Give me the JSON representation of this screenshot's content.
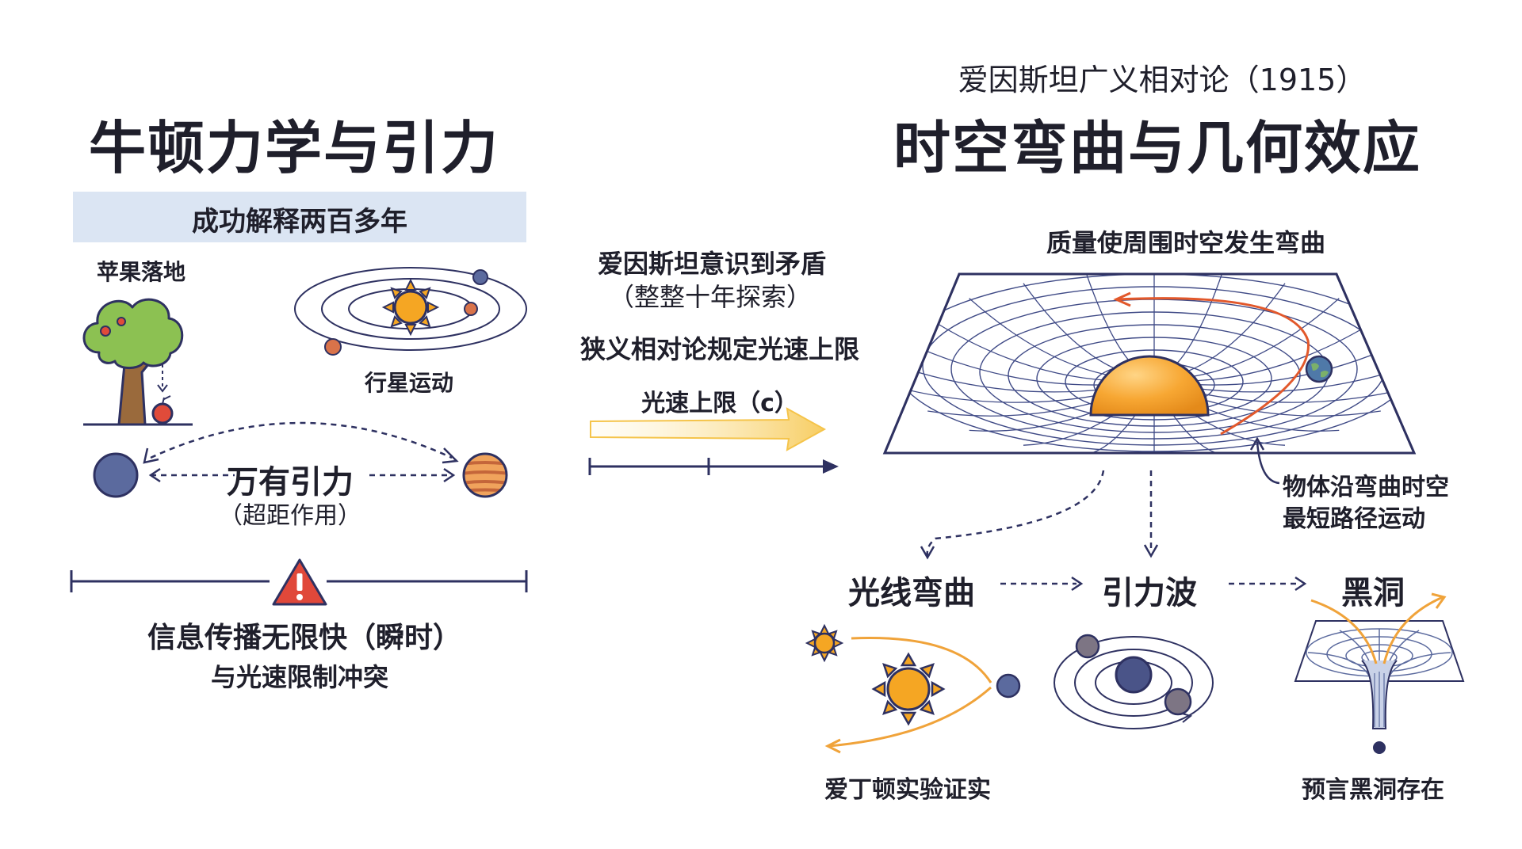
{
  "left": {
    "title": "牛顿力学与引力",
    "banner": "成功解释两百多年",
    "apple_label": "苹果落地",
    "planet_label": "行星运动",
    "gravity_label": "万有引力",
    "gravity_sub": "（超距作用）",
    "conflict_line1": "信息传播无限快（瞬时）",
    "conflict_line2": "与光速限制冲突"
  },
  "middle": {
    "line1": "爱因斯坦意识到矛盾",
    "line2": "（整整十年探索）",
    "line3": "狭义相对论规定光速上限",
    "line4": "光速上限（c）"
  },
  "right": {
    "subtitle": "爱因斯坦广义相对论（1915）",
    "title": "时空弯曲与几何效应",
    "mass_caption": "质量使周围时空发生弯曲",
    "geodesic_line1": "物体沿弯曲时空",
    "geodesic_line2": "最短路径运动",
    "effect1": "光线弯曲",
    "effect2": "引力波",
    "effect3": "黑洞",
    "effect1_caption": "爱丁顿实验证实",
    "effect3_caption": "预言黑洞存在"
  },
  "colors": {
    "navy": "#2e3161",
    "banner_bg": "#dbe5f3",
    "orange_accent": "#e2582b",
    "sun_orange": "#f5a623",
    "warning_red": "#e0483a",
    "planet_blue": "#5b6a9e",
    "planet_gray": "#7d7584",
    "tree_green": "#8cc152",
    "apple_red": "#e04b3a"
  }
}
